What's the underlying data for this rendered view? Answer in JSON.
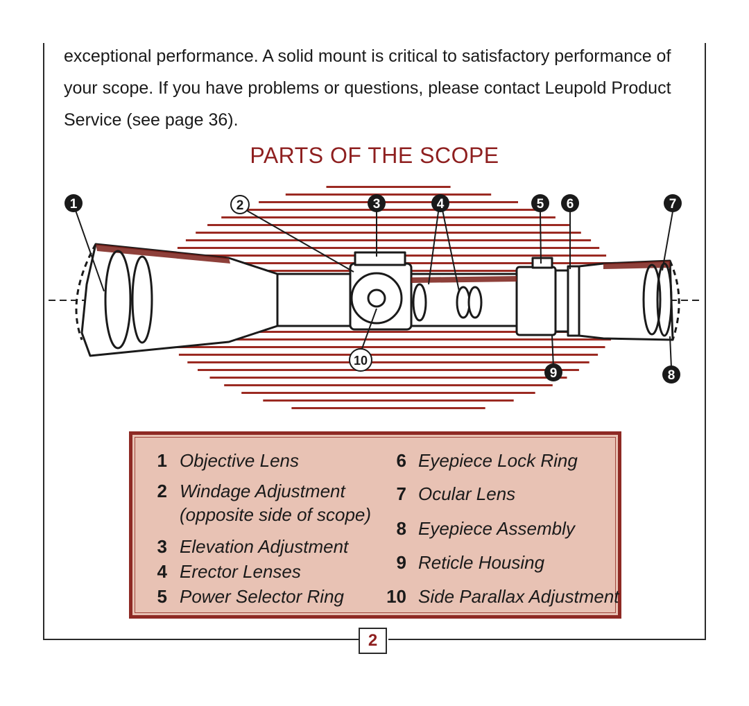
{
  "intro_text": "exceptional performance. A solid mount is critical to satisfactory performance of your scope. If you have problems or questions, please contact Leupold Product Service (see page 36).",
  "title": "PARTS OF THE SCOPE",
  "callouts": [
    "1",
    "2",
    "3",
    "4",
    "5",
    "6",
    "7",
    "8",
    "9",
    "10"
  ],
  "legend_left": [
    {
      "num": "1",
      "label": "Objective Lens"
    },
    {
      "num": "2",
      "label": "Windage Adjustment"
    },
    {
      "num": "",
      "label": "(opposite side of scope)"
    },
    {
      "num": "3",
      "label": "Elevation Adjustment"
    },
    {
      "num": "4",
      "label": "Erector Lenses"
    },
    {
      "num": "5",
      "label": "Power Selector Ring"
    }
  ],
  "legend_right": [
    {
      "num": "6",
      "label": "Eyepiece Lock Ring"
    },
    {
      "num": "7",
      "label": "Ocular Lens"
    },
    {
      "num": "8",
      "label": "Eyepiece Assembly"
    },
    {
      "num": "9",
      "label": "Reticle Housing"
    },
    {
      "num": "10",
      "label": "Side Parallax Adjustment"
    }
  ],
  "page_number": "2",
  "colors": {
    "accent": "#8e1f1f",
    "legend_bg": "#e8c2b4",
    "stripe": "#9b2a22"
  }
}
